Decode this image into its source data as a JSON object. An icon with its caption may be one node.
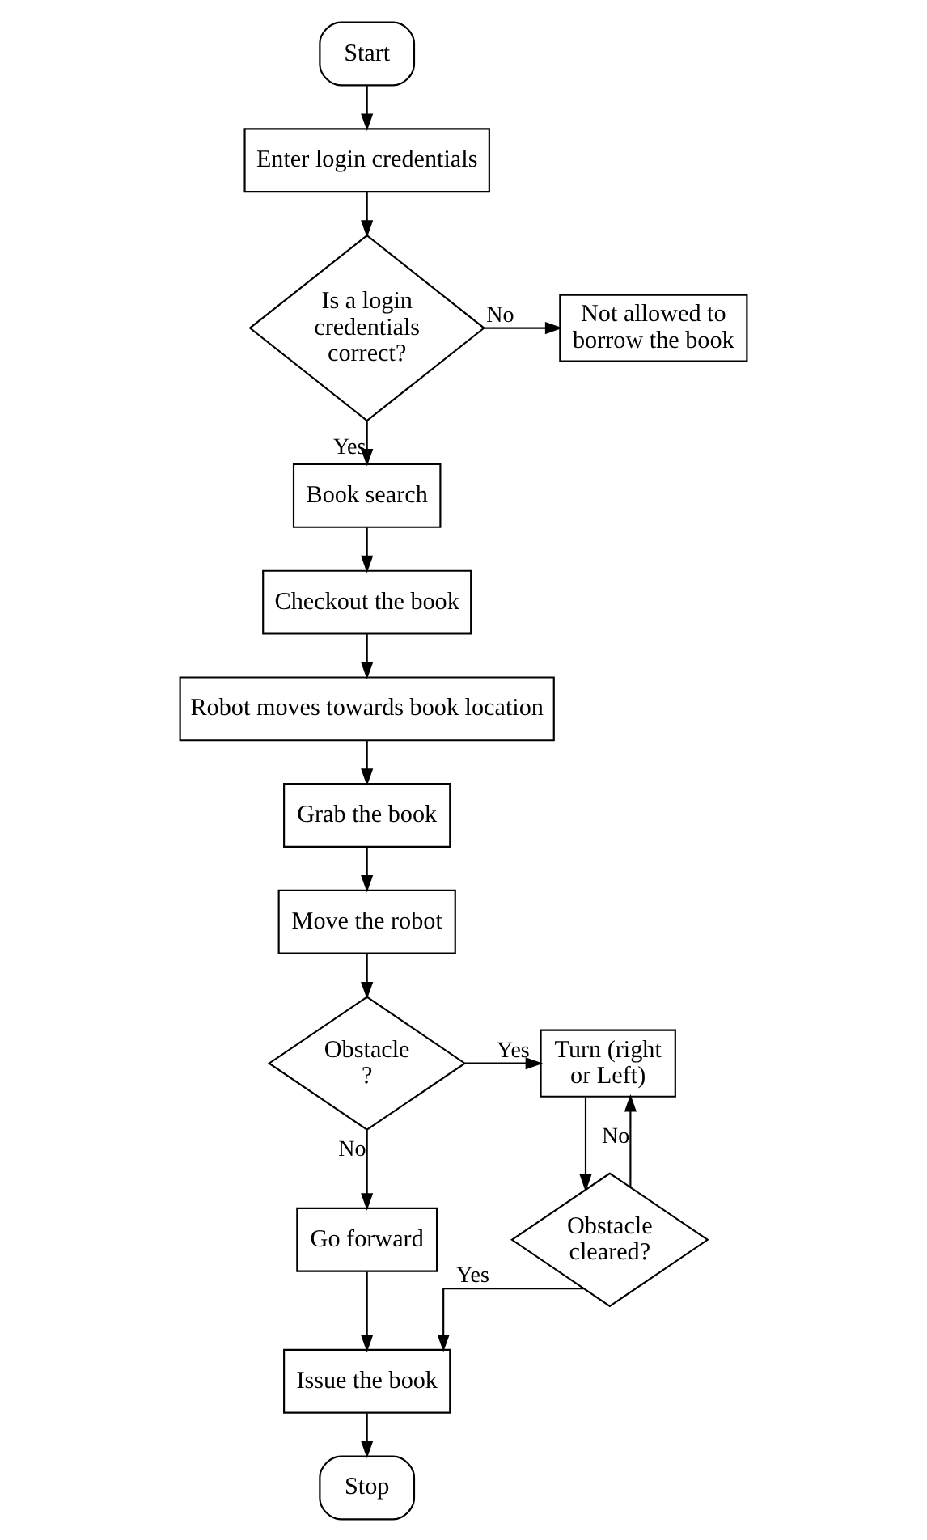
{
  "diagram": {
    "nodes": [
      {
        "text": [
          "Start"
        ]
      },
      {
        "text": [
          "Enter login credentials"
        ]
      },
      {
        "text": [
          "Is a login credentials correct?"
        ]
      },
      {
        "text": [
          "Not allowed to borrow the book"
        ]
      },
      {
        "text": [
          "Book search"
        ]
      },
      {
        "text": [
          "Checkout the book"
        ]
      },
      {
        "text": [
          "Robot moves towards book location"
        ]
      },
      {
        "text": [
          "Grab the book"
        ]
      },
      {
        "text": [
          "Move the robot"
        ]
      },
      {
        "text": [
          "Obstacle ?"
        ]
      },
      {
        "text": [
          "Turn (right or Left)"
        ]
      },
      {
        "text": [
          "Obstacle cleared?"
        ]
      },
      {
        "text": [
          "Go forward"
        ]
      },
      {
        "text": [
          "Issue the book"
        ]
      },
      {
        "text": [
          "Stop"
        ]
      }
    ],
    "edges": [
      {
        "from": 0,
        "to": 1,
        "arrow": "to"
      },
      {
        "from": 1,
        "to": 2,
        "arrow": "to"
      },
      {
        "from": 2,
        "to": 4,
        "arrow": "to",
        "label": "Yes"
      },
      {
        "from": 2,
        "to": 3,
        "arrow": "to",
        "label": "No"
      },
      {
        "from": 4,
        "to": 5,
        "arrow": "to"
      },
      {
        "from": 5,
        "to": 6,
        "arrow": "to"
      },
      {
        "from": 6,
        "to": 7,
        "arrow": "to"
      },
      {
        "from": 7,
        "to": 8,
        "arrow": "to"
      },
      {
        "from": 8,
        "to": 9,
        "arrow": "to"
      },
      {
        "from": 9,
        "to": 10,
        "arrow": "to",
        "label": "Yes"
      },
      {
        "from": 9,
        "to": 12,
        "arrow": "to",
        "label": "No"
      },
      {
        "from": 10,
        "to": 11,
        "arrow": "to"
      },
      {
        "from": 11,
        "to": 10,
        "arrow": "to",
        "label": "No"
      },
      {
        "from": 11,
        "to": 13,
        "arrow": "to",
        "label": "Yes"
      },
      {
        "from": 12,
        "to": 13,
        "arrow": "to"
      },
      {
        "from": 13,
        "to": 14,
        "arrow": "to"
      }
    ]
  }
}
